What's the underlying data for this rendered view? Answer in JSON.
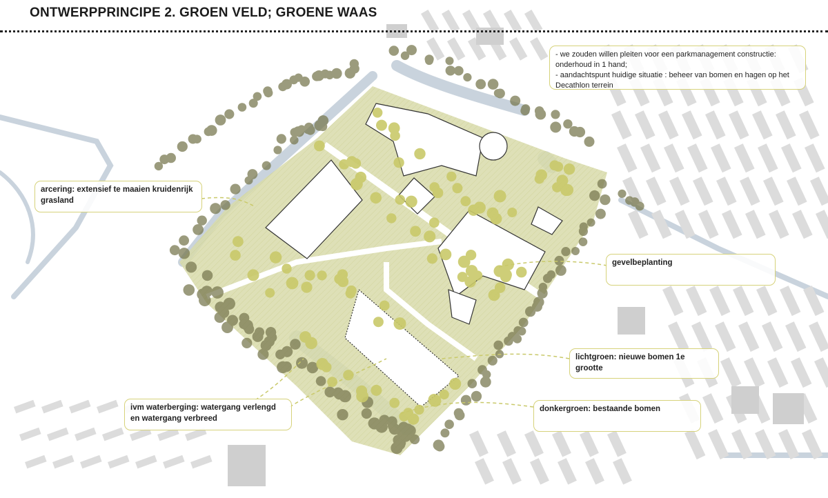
{
  "title": "ONTWERPPRINCIPE 2. GROEN VELD; GROENE WAAS",
  "note": {
    "lines": [
      "- we zouden willen pleiten voor een parkmanagement constructie:",
      "onderhoud in 1 hand;",
      "- aandachtspunt huidige situatie : beheer van  bomen en hagen op het",
      "Decathlon terrein"
    ]
  },
  "labels": {
    "arcering": "arcering: extensief te maaien kruidenrijk grasland",
    "gevel": "gevelbeplanting",
    "lichtgroen": "lichtgroen: nieuwe bomen 1e grootte",
    "waterberging": "ivm waterberging: watergang verlengd en watergang verbreed",
    "donkergroen": "donkergroen: bestaande bomen"
  },
  "colors": {
    "building": "#dcdcdc",
    "water": "#c9d3dd",
    "park": "#d8dbaa",
    "tree_light": "#c9c96a",
    "tree_dark": "#7a7a52",
    "callout_border": "#d6d27a"
  }
}
